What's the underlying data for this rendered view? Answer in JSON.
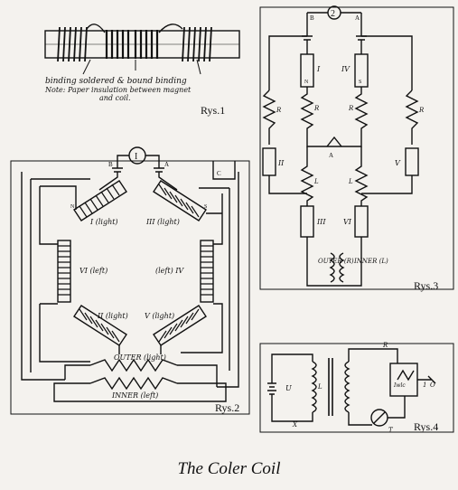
{
  "caption": "The Coler Coil",
  "figures": {
    "rys1": {
      "label": "Rys.1",
      "annotation_line1": "binding   soldered & bound   binding",
      "annotation_line2": "Note: Paper insulation between magnet",
      "annotation_line3": "and coil."
    },
    "rys2": {
      "label": "Rys.2",
      "coil_labels": [
        "I (light)",
        "III (light)",
        "VI (left)",
        "(left) IV",
        "II (light)",
        "V (light)"
      ],
      "outer_label": "OUTER (light)",
      "inner_label": "INNER (left)",
      "meter_symbol": "I",
      "terminal_labels": [
        "A",
        "B",
        "C",
        "N",
        "S"
      ]
    },
    "rys3": {
      "label": "Rys.3",
      "meter_symbol": "2",
      "coil_labels": [
        "I",
        "IV",
        "II",
        "V",
        "III",
        "VI"
      ],
      "resistor_labels": [
        "R",
        "R",
        "R",
        "R",
        "L",
        "L"
      ],
      "outer_label": "OUTER (R)",
      "inner_label": "INNER (L)",
      "terminal_labels": [
        "B",
        "A",
        "A",
        "N",
        "S"
      ]
    },
    "rys4": {
      "label": "Rys.4",
      "labels": [
        "U",
        "X",
        "L",
        "R",
        "T",
        "Iwlc",
        "1",
        "O"
      ]
    }
  }
}
